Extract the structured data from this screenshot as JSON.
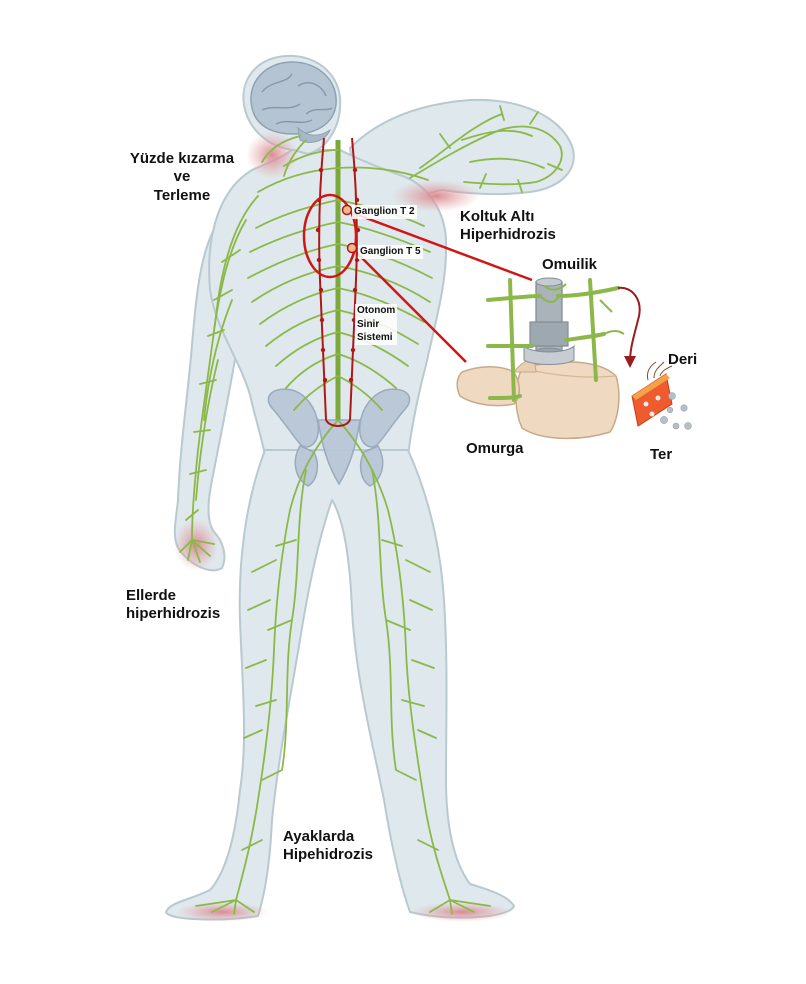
{
  "labels": {
    "face": [
      "Yüzde kızarma",
      "ve",
      "Terleme"
    ],
    "armpit": [
      "Koltuk Altı",
      "Hiperhidrozis"
    ],
    "ganglion_t2": "Ganglion T 2",
    "ganglion_t5": "Ganglion T 5",
    "ans": [
      "Otonom",
      "Sinir",
      "Sistemi"
    ],
    "spinal_cord": "Omuilik",
    "skin": "Deri",
    "spine": "Omurga",
    "sweat": "Ter",
    "hands": [
      "Ellerde",
      "hiperhidrozis"
    ],
    "feet": [
      "Ayaklarda",
      "Hipehidrozis"
    ]
  },
  "colors": {
    "body": "#dfe8ec",
    "outline": "#b9c9d0",
    "nerve": "#8cb84a",
    "highlight": "#e3a2a6",
    "ganglion_chain": "#b01818",
    "pointer": "#d01515",
    "vertebra": "#efd9c0",
    "cord": "#aab3ba",
    "skin_block": "#ef5a2e"
  }
}
